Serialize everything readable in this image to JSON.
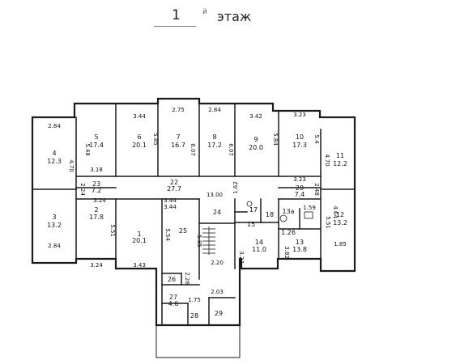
{
  "title": {
    "floor_number": "1",
    "superscript": "й",
    "floor_word": "этаж"
  },
  "rooms": [
    {
      "id": "room-1",
      "number": "1",
      "area": "20.1"
    },
    {
      "id": "room-2",
      "number": "2",
      "area": "17.8"
    },
    {
      "id": "room-3",
      "number": "3",
      "area": "13.2"
    },
    {
      "id": "room-4",
      "number": "4",
      "area": "12.3"
    },
    {
      "id": "room-5",
      "number": "5",
      "area": "17.4"
    },
    {
      "id": "room-6",
      "number": "6",
      "area": "20.1"
    },
    {
      "id": "room-7",
      "number": "7",
      "area": "16.7"
    },
    {
      "id": "room-8",
      "number": "8",
      "area": "17.2"
    },
    {
      "id": "room-9",
      "number": "9",
      "area": "20.0"
    },
    {
      "id": "room-10",
      "number": "10",
      "area": "17.3"
    },
    {
      "id": "room-11",
      "number": "11",
      "area": "12.2"
    },
    {
      "id": "room-12",
      "number": "12",
      "area": "13.2"
    },
    {
      "id": "room-13",
      "number": "13",
      "area": "13.8"
    },
    {
      "id": "room-14",
      "number": "14",
      "area": "11.0"
    },
    {
      "id": "room-15",
      "number": "15",
      "area": ""
    },
    {
      "id": "room-17",
      "number": "17",
      "area": ""
    },
    {
      "id": "room-18",
      "number": "18",
      "area": ""
    },
    {
      "id": "room-20",
      "number": "20",
      "area": "7.4"
    },
    {
      "id": "room-22",
      "number": "22",
      "area": "27.7"
    },
    {
      "id": "room-23",
      "number": "23",
      "area": "7.2"
    },
    {
      "id": "room-24",
      "number": "24",
      "area": ""
    },
    {
      "id": "room-25",
      "number": "25",
      "area": ""
    },
    {
      "id": "room-26",
      "number": "26",
      "area": ""
    },
    {
      "id": "room-27",
      "number": "27",
      "area": "4.6"
    },
    {
      "id": "room-28",
      "number": "28",
      "area": ""
    },
    {
      "id": "room-29",
      "number": "29",
      "area": ""
    },
    {
      "id": "room-13a",
      "number": "13а",
      "area": "1.26"
    }
  ],
  "dimensions": {
    "room1_top": "3.44",
    "room1_bottom": "3.43",
    "room1_side": "5.54",
    "room2_bottom": "3.24",
    "room2_side": "5.51",
    "room3_bottom": "2.84",
    "room4_top": "2.84",
    "room4_side": "4.70",
    "room5_side": "5.48",
    "room5_bottom": "3.18",
    "room6_top": "3.44",
    "room6_side": "5.85",
    "room7_top": "2.75",
    "room7_side": "6.07",
    "room8_top": "2.84",
    "room8_side": "6.07",
    "room9_top": "3.42",
    "room9_side": "5.84",
    "room10_top": "3.23",
    "room10_side": "5.4",
    "room11_side": "4.70",
    "room12_side": "5.51",
    "room12_bottom": "1.85",
    "room12_side2": "4.64",
    "room13_side": "3.82",
    "room14_side": "3.23",
    "room18_side": "1.59",
    "room20_top": "3.23",
    "room20_side": "2.48",
    "room23_side": "2.24",
    "room23_bottom": "3.24",
    "corridor_len": "13.00",
    "corridor_w": "1.62",
    "stair_w": "3.44",
    "stair_side": "5.85",
    "hall_w": "2.20",
    "hall_side": "2.26",
    "hall_side2": "2.03",
    "room27_side": "1.75"
  },
  "colors": {
    "line": "#1a1a1a",
    "background": "#ffffff"
  }
}
